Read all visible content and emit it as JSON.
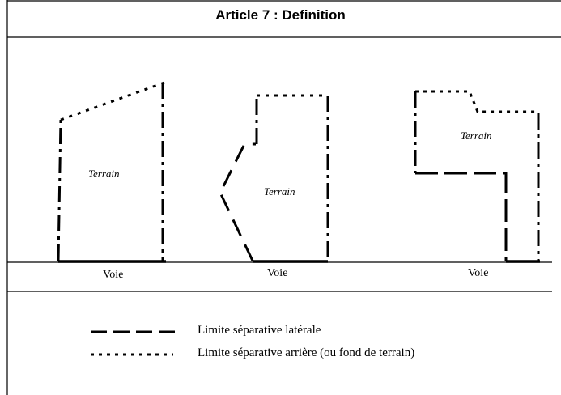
{
  "header": {
    "title": "Article 7 : Definition"
  },
  "diagrams": [
    {
      "terrain_label": "Terrain",
      "voie_label": "Voie"
    },
    {
      "terrain_label": "Terrain",
      "voie_label": "Voie"
    },
    {
      "terrain_label": "Terrain",
      "voie_label": "Voie"
    }
  ],
  "legend": {
    "lateral_label": "Limite séparative latérale",
    "rear_label": "Limite séparative arrière (ou fond de terrain)"
  }
}
